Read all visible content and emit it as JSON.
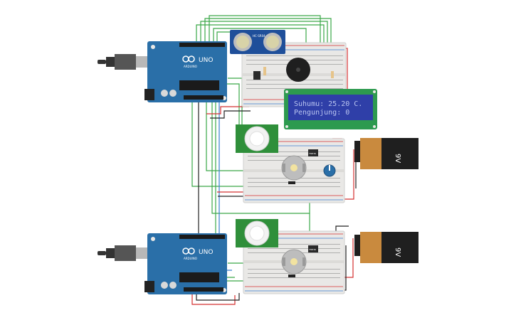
{
  "colors": {
    "arduino_board": "#2a6fa8",
    "breadboard": "#e9e8e6",
    "wire_green": "#3aa848",
    "wire_red": "#d43030",
    "wire_black": "#222222",
    "wire_blue": "#3a7fd0",
    "lcd_bezel": "#2d9a4f",
    "lcd_screen": "#2f3fa8",
    "lcd_text": "#b9c4f0",
    "battery_body": "#1f1f1f",
    "battery_cap": "#c98a3e",
    "pir_board": "#2f8f3a"
  },
  "arduino": {
    "brand": "UNO",
    "subtitle": "ARDUINO"
  },
  "ultrasonic": {
    "label": "HC-SR04"
  },
  "lcd": {
    "line1": "Suhumu: 25.20 C.",
    "line2": "Pengunjung: 0"
  },
  "battery": {
    "label": "9V"
  },
  "ic": {
    "label": "TMP36"
  },
  "icons": [
    "usb-cable-icon",
    "arduino-infinity-logo-icon",
    "potentiometer-icon",
    "buzzer-icon",
    "dc-motor-icon",
    "pir-dome-icon"
  ]
}
